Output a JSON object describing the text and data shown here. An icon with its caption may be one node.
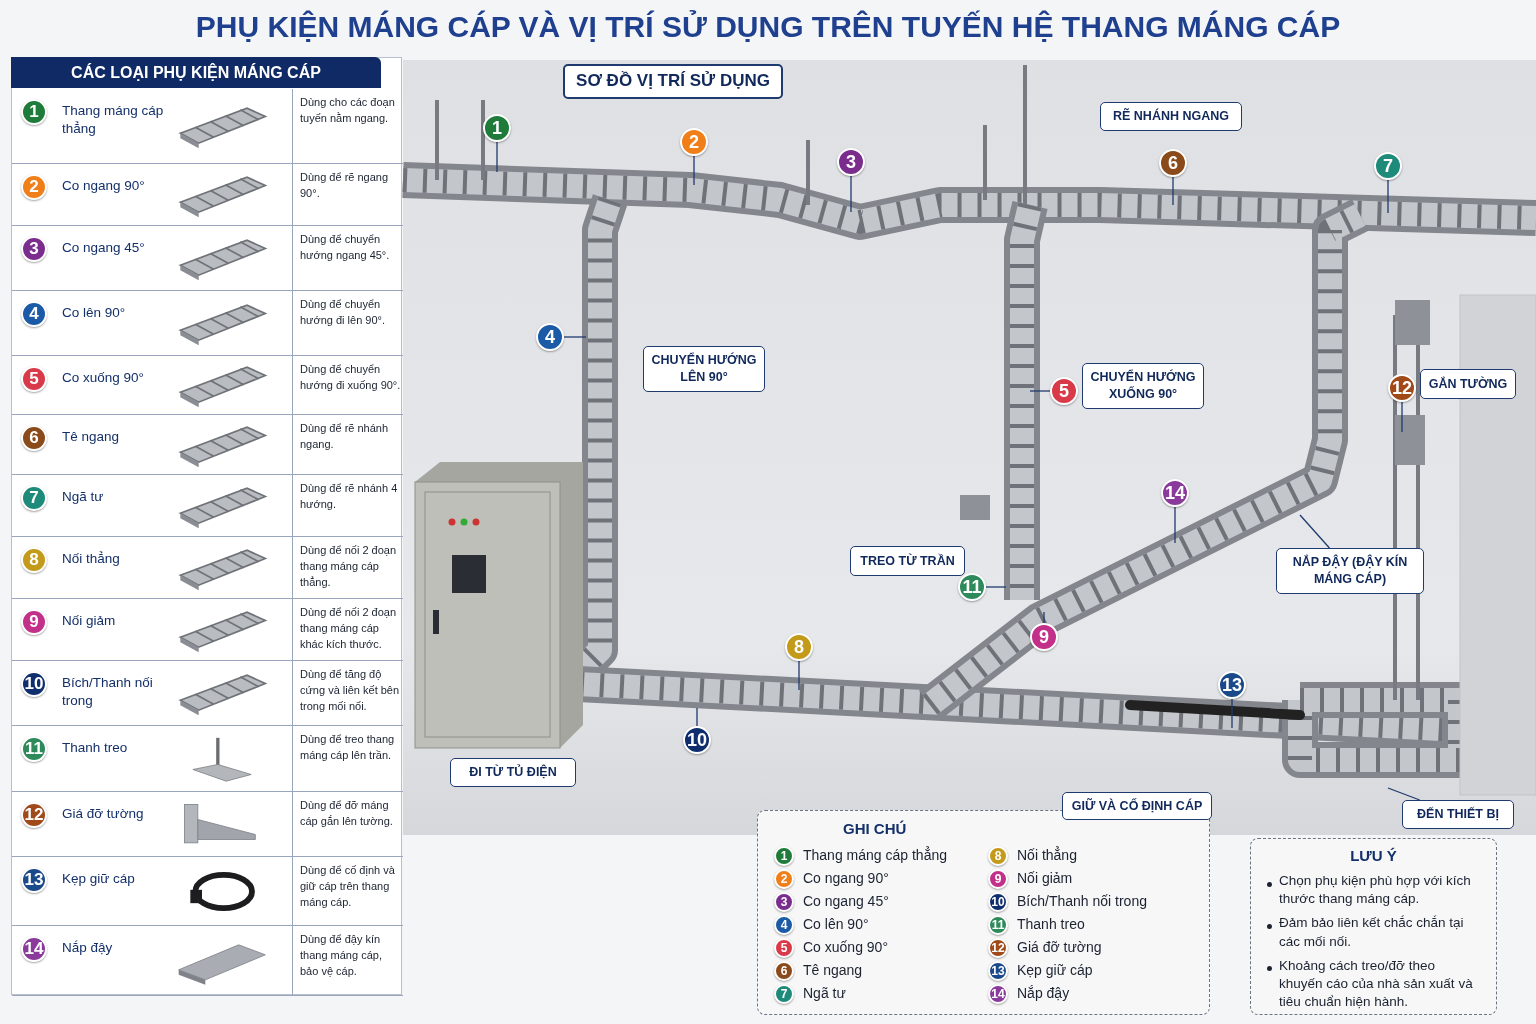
{
  "diagram": {
    "title": "PHỤ KIỆN MÁNG CÁP VÀ VỊ TRÍ SỬ DỤNG TRÊN TUYẾN HỆ THANG MÁNG CÁP",
    "nodes": [
      {
        "text": [
          "CÁC LOẠI PHỤ KIỆN MÁNG CÁP"
        ]
      },
      {
        "text": [
          "Thang máng cáp thẳng",
          "Dùng cho các đoạn tuyến nằm ngang."
        ],
        "in": 0
      },
      {
        "text": [
          "1"
        ],
        "in": 1
      },
      {
        "text": [
          "Co ngang 90°",
          "Dùng để rẽ ngang 90°."
        ],
        "in": 0
      },
      {
        "text": [
          "2"
        ],
        "in": 3
      },
      {
        "text": [
          "Co ngang 45°",
          "Dùng để chuyển hướng ngang 45°."
        ],
        "in": 0
      },
      {
        "text": [
          "3"
        ],
        "in": 5
      },
      {
        "text": [
          "Co lên 90°",
          "Dùng để chuyển hướng đi lên 90°."
        ],
        "in": 0
      },
      {
        "text": [
          "4"
        ],
        "in": 7
      },
      {
        "text": [
          "Co xuống 90°",
          "Dùng để chuyển hướng đi xuống 90°."
        ],
        "in": 0
      },
      {
        "text": [
          "5"
        ],
        "in": 9
      },
      {
        "text": [
          "Tê ngang",
          "Dùng để rẽ nhánh ngang."
        ],
        "in": 0
      },
      {
        "text": [
          "6"
        ],
        "in": 11
      },
      {
        "text": [
          "Ngã tư",
          "Dùng để rẽ nhánh 4 hướng."
        ],
        "in": 0
      },
      {
        "text": [
          "7"
        ],
        "in": 13
      },
      {
        "text": [
          "Nối thẳng",
          "Dùng để nối 2 đoạn thang máng cáp thẳng."
        ],
        "in": 0
      },
      {
        "text": [
          "8"
        ],
        "in": 15
      },
      {
        "text": [
          "Nối giảm",
          "Dùng để nối 2 đoạn thang máng cáp khác kích thước."
        ],
        "in": 0
      },
      {
        "text": [
          "9"
        ],
        "in": 17
      },
      {
        "text": [
          "Bích/Thanh nối trong",
          "Dùng để tăng độ cứng và liên kết bên trong mối nối."
        ],
        "in": 0
      },
      {
        "text": [
          "10"
        ],
        "in": 19
      },
      {
        "text": [
          "Thanh treo",
          "Dùng để treo thang máng cáp lên trần."
        ],
        "in": 0
      },
      {
        "text": [
          "11"
        ],
        "in": 21
      },
      {
        "text": [
          "Giá đỡ tường",
          "Dùng để đỡ máng cáp gắn lên tường."
        ],
        "in": 0
      },
      {
        "text": [
          "12"
        ],
        "in": 23
      },
      {
        "text": [
          "Kẹp giữ cáp",
          "Dùng để cố định và giữ cáp trên thang máng cáp."
        ],
        "in": 0
      },
      {
        "text": [
          "13"
        ],
        "in": 25
      },
      {
        "text": [
          "Nắp đậy",
          "Dùng để đậy kín thang máng cáp, bảo vệ cáp."
        ],
        "in": 0
      },
      {
        "text": [
          "14"
        ],
        "in": 27
      },
      {
        "text": [
          "SƠ ĐỒ VỊ TRÍ SỬ DỤNG"
        ]
      },
      {
        "text": [
          "1"
        ]
      },
      {
        "text": [
          "2"
        ]
      },
      {
        "text": [
          "3"
        ]
      },
      {
        "text": [
          "4"
        ]
      },
      {
        "text": [
          "5"
        ]
      },
      {
        "text": [
          "6"
        ]
      },
      {
        "text": [
          "7"
        ]
      },
      {
        "text": [
          "8"
        ]
      },
      {
        "text": [
          "9"
        ]
      },
      {
        "text": [
          "10"
        ]
      },
      {
        "text": [
          "11"
        ]
      },
      {
        "text": [
          "12"
        ]
      },
      {
        "text": [
          "13"
        ]
      },
      {
        "text": [
          "14"
        ]
      },
      {
        "text": [
          "RẼ NHÁNH NGANG"
        ]
      },
      {
        "text": [
          "CHUYỂN HƯỚNG LÊN 90°"
        ]
      },
      {
        "text": [
          "CHUYỂN HƯỚNG XUỐNG 90°"
        ]
      },
      {
        "text": [
          "GẮN TƯỜNG"
        ]
      },
      {
        "text": [
          "TREO TỪ TRẦN"
        ]
      },
      {
        "text": [
          "NẮP ĐẬY (ĐẬY KÍN MÁNG CÁP)"
        ]
      },
      {
        "text": [
          "ĐI TỪ TỦ ĐIỆN"
        ]
      },
      {
        "text": [
          "GIỮ VÀ CỐ ĐỊNH CÁP"
        ]
      },
      {
        "text": [
          "ĐẾN THIẾT BỊ"
        ]
      },
      {
        "text": [
          "GHI CHÚ"
        ]
      },
      {
        "text": [
          "1"
        ],
        "beside": [
          "Thang máng cáp thẳng"
        ],
        "in": 53
      },
      {
        "text": [
          "2"
        ],
        "beside": [
          "Co ngang 90°"
        ],
        "in": 53
      },
      {
        "text": [
          "3"
        ],
        "beside": [
          "Co ngang 45°"
        ],
        "in": 53
      },
      {
        "text": [
          "4"
        ],
        "beside": [
          "Co lên 90°"
        ],
        "in": 53
      },
      {
        "text": [
          "5"
        ],
        "beside": [
          "Co xuống 90°"
        ],
        "in": 53
      },
      {
        "text": [
          "6"
        ],
        "beside": [
          "Tê ngang"
        ],
        "in": 53
      },
      {
        "text": [
          "7"
        ],
        "beside": [
          "Ngã tư"
        ],
        "in": 53
      },
      {
        "text": [
          "8"
        ],
        "beside": [
          "Nối thẳng"
        ],
        "in": 53
      },
      {
        "text": [
          "9"
        ],
        "beside": [
          "Nối giảm"
        ],
        "in": 53
      },
      {
        "text": [
          "10"
        ],
        "beside": [
          "Bích/Thanh nối trong"
        ],
        "in": 53
      },
      {
        "text": [
          "11"
        ],
        "beside": [
          "Thanh treo"
        ],
        "in": 53
      },
      {
        "text": [
          "12"
        ],
        "beside": [
          "Giá đỡ tường"
        ],
        "in": 53
      },
      {
        "text": [
          "13"
        ],
        "beside": [
          "Kẹp giữ cáp"
        ],
        "in": 53
      },
      {
        "text": [
          "14"
        ],
        "beside": [
          "Nắp đậy"
        ],
        "in": 53
      },
      {
        "text": [
          "LƯU Ý",
          "Chọn phụ kiện phù hợp với kích thước thang máng cáp.",
          "Đảm bảo liên kết chắc chắn tại các mối nối.",
          "Khoảng cách treo/đỡ theo khuyến cáo của nhà sản xuất và tiêu chuẩn hiện hành."
        ]
      }
    ],
    "edges": [
      {
        "from": 30,
        "to": null,
        "arrow": "none"
      },
      {
        "from": 31,
        "to": null,
        "arrow": "none"
      },
      {
        "from": 32,
        "to": null,
        "arrow": "none"
      },
      {
        "from": 33,
        "to": null,
        "arrow": "none"
      },
      {
        "from": 34,
        "to": null,
        "arrow": "none"
      },
      {
        "from": 35,
        "to": null,
        "arrow": "none"
      },
      {
        "from": 36,
        "to": null,
        "arrow": "none"
      },
      {
        "from": 37,
        "to": null,
        "arrow": "none"
      },
      {
        "from": 38,
        "to": null,
        "arrow": "none"
      },
      {
        "from": 39,
        "to": null,
        "arrow": "none"
      },
      {
        "from": 40,
        "to": null,
        "arrow": "none"
      },
      {
        "from": 41,
        "to": null,
        "arrow": "none"
      },
      {
        "from": 42,
        "to": null,
        "arrow": "none"
      },
      {
        "from": 43,
        "to": null,
        "arrow": "none"
      },
      {
        "from": 49,
        "to": null,
        "arrow": "none"
      },
      {
        "from": 52,
        "to": null,
        "arrow": "none"
      }
    ]
  }
}
